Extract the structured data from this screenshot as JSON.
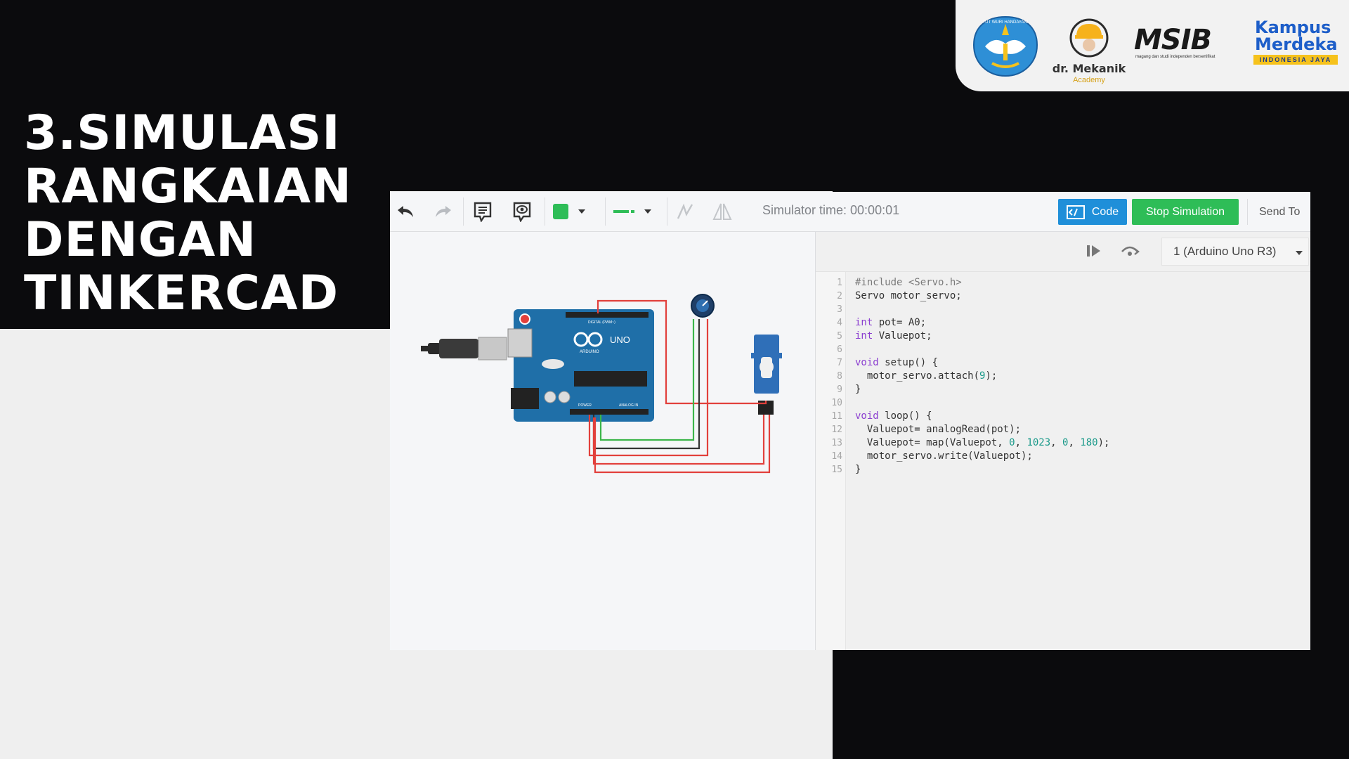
{
  "slide": {
    "title_lines": [
      "3.SIMULASI",
      "RANGKAIAN",
      "DENGAN",
      "TINKERCAD"
    ]
  },
  "logos": {
    "tut_wuri": "TUT WURI HANDAYANI",
    "dr_mekanik": "dr. Mekanik",
    "dr_mekanik_sub": "Academy",
    "msib": "MSIB",
    "msib_tagline": "magang dan studi independen bersertifikat",
    "kampus_1": "Kampus",
    "kampus_2": "Merdeka",
    "kampus_3": "INDONESIA JAYA"
  },
  "toolbar": {
    "icons": [
      "undo-icon",
      "redo-icon",
      "notes-icon",
      "note-visibility-icon",
      "color-swatch-icon",
      "wire-style-icon",
      "rotate-icon",
      "flip-icon"
    ],
    "sim_time": "Simulator time: 00:00:01",
    "code_label": "Code",
    "stop_label": "Stop Simulation",
    "send_label": "Send To"
  },
  "code_panel": {
    "device": "1 (Arduino Uno R3)",
    "lines": [
      "#include <Servo.h>",
      "Servo motor_servo;",
      "",
      "int pot= A0;",
      "int Valuepot;",
      "",
      "void setup() {",
      "  motor_servo.attach(9);",
      "}",
      "",
      "void loop() {",
      "  Valuepot= analogRead(pot);",
      "  Valuepot= map(Valuepot, 0, 1023, 0, 180);",
      "  motor_servo.write(Valuepot);",
      "}"
    ]
  },
  "board": {
    "uno": "UNO",
    "arduino": "ARDUINO",
    "digital": "DIGITAL (PWM~)",
    "analog": "ANALOG IN",
    "power": "POWER"
  },
  "colors": {
    "accent_blue": "#1f8fd9",
    "stop_green": "#2ebd57",
    "arduino_blue": "#1f6fa8",
    "wire_red": "#e2403c",
    "wire_green": "#3cb54a"
  }
}
